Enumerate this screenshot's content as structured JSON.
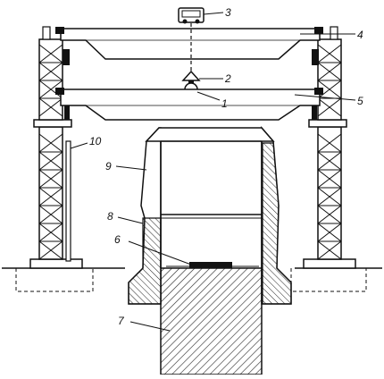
{
  "diagram": {
    "labels": [
      {
        "id": "callout-1",
        "text": "1"
      },
      {
        "id": "callout-2",
        "text": "2"
      },
      {
        "id": "callout-3",
        "text": "3"
      },
      {
        "id": "callout-4",
        "text": "4"
      },
      {
        "id": "callout-5",
        "text": "5"
      },
      {
        "id": "callout-6",
        "text": "6"
      },
      {
        "id": "callout-7",
        "text": "7"
      },
      {
        "id": "callout-8",
        "text": "8"
      },
      {
        "id": "callout-9",
        "text": "9"
      },
      {
        "id": "callout-10",
        "text": "10"
      }
    ]
  }
}
